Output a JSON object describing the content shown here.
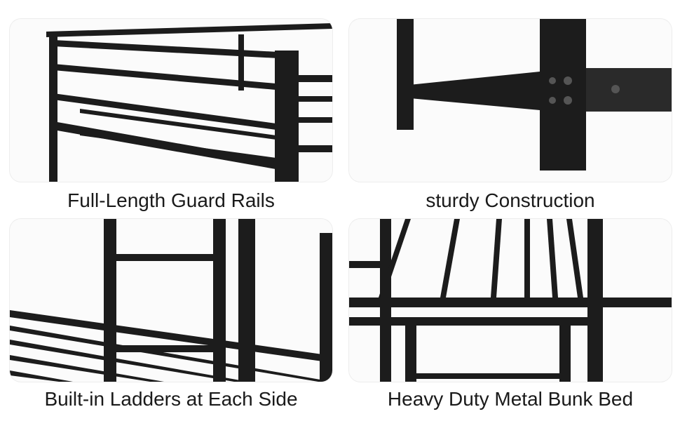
{
  "features": [
    {
      "caption": "Full-Length Guard Rails"
    },
    {
      "caption": "sturdy Construction"
    },
    {
      "caption": "Built-in Ladders at Each Side"
    },
    {
      "caption": "Heavy Duty Metal Bunk Bed"
    }
  ],
  "colors": {
    "metal": "#1c1c1c",
    "panel_bg": "#fbfbfb",
    "text": "#1a1a1a"
  }
}
